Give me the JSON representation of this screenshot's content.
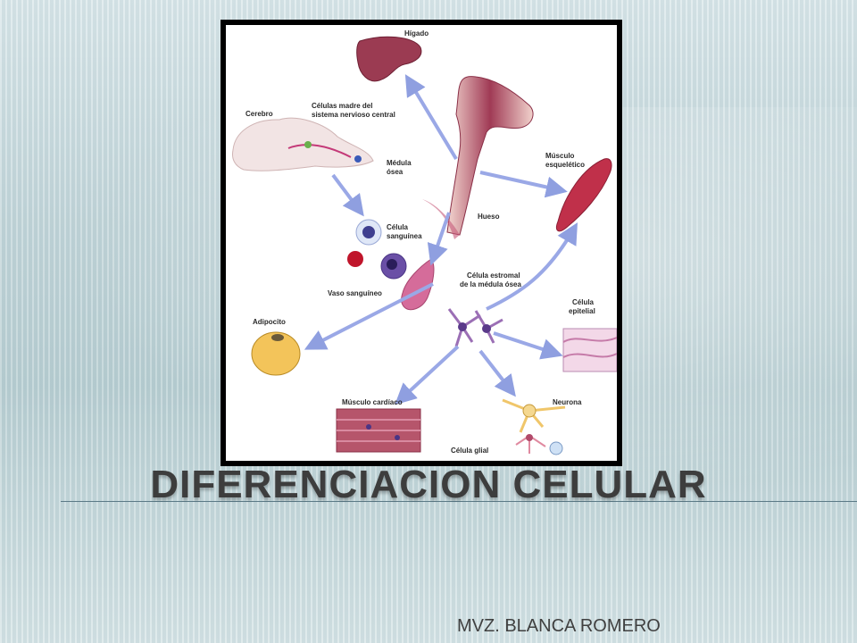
{
  "slide": {
    "title": "DIFERENCIACION CELULAR",
    "subtitle": "MVZ. BLANCA ROMERO"
  },
  "diagram": {
    "labels": {
      "higado": "Hígado",
      "cerebro": "Cerebro",
      "celulas_madre_1": "Células madre del",
      "celulas_madre_2": "sistema nervioso central",
      "medula_1": "Médula",
      "medula_2": "ósea",
      "musculo_esq_1": "Músculo",
      "musculo_esq_2": "esquelético",
      "hueso": "Hueso",
      "celula_sang_1": "Célula",
      "celula_sang_2": "sanguínea",
      "estromal_1": "Célula estromal",
      "estromal_2": "de la médula ósea",
      "vaso": "Vaso sanguíneo",
      "celula_epi_1": "Célula",
      "celula_epi_2": "epitelial",
      "adipocito": "Adipocito",
      "musculo_cardiaco": "Músculo cardíaco",
      "neurona": "Neurona",
      "celula_glial": "Célula glial"
    }
  }
}
